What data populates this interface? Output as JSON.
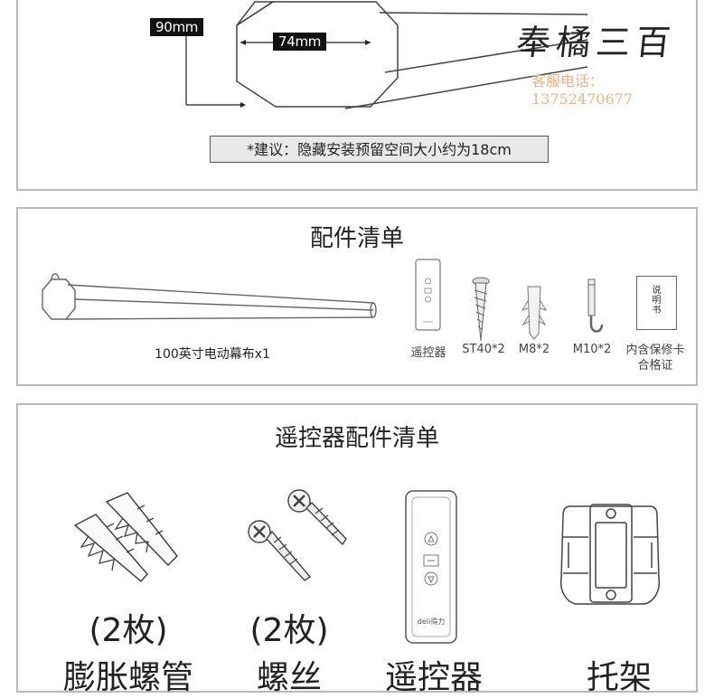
{
  "panel1": {
    "dim_height": "90mm",
    "dim_width": "74mm",
    "note": "*建议：隐藏安装预留空间大小约为18cm",
    "watermark": "奉橘三百",
    "watermark_phone": "客服电话：13752470677"
  },
  "panel2": {
    "title": "配件清单",
    "items": [
      {
        "label": "100英寸电动幕布x1",
        "icon": "screen-tube-icon"
      },
      {
        "label": "遥控器",
        "icon": "remote-icon"
      },
      {
        "label": "ST40*2",
        "icon": "screw-icon"
      },
      {
        "label": "M8*2",
        "icon": "anchor-icon"
      },
      {
        "label": "M10*2",
        "icon": "hook-icon"
      },
      {
        "label": "内含保修卡合格证",
        "icon": "manual-icon",
        "manual_text": "说明书"
      }
    ]
  },
  "panel3": {
    "title": "遥控器配件清单",
    "items": [
      {
        "count": "(2枚)",
        "name": "膨胀螺管",
        "icon": "expansion-tube-icon"
      },
      {
        "count": "(2枚)",
        "name": "螺丝",
        "icon": "screws-icon"
      },
      {
        "count": "",
        "name": "遥控器",
        "icon": "remote-large-icon",
        "brand": "deli得力"
      },
      {
        "count": "",
        "name": "托架",
        "icon": "bracket-icon"
      }
    ]
  }
}
